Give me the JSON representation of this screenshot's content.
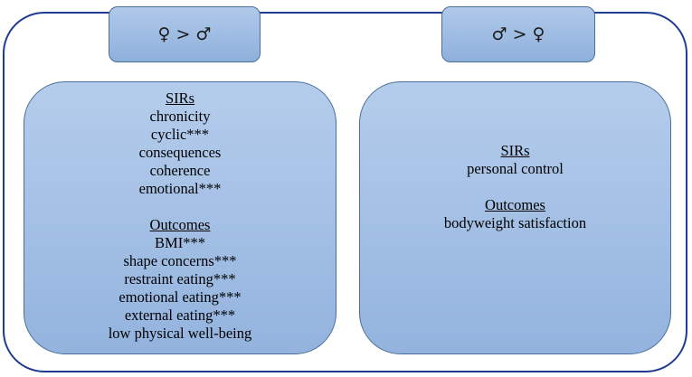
{
  "left": {
    "header": "♀ > ♂",
    "sirs_heading": "SIRs",
    "sirs_items": [
      "chronicity",
      "cyclic***",
      "consequences",
      "coherence",
      "emotional***"
    ],
    "outcomes_heading": "Outcomes",
    "outcomes_items": [
      "BMI***",
      "shape concerns***",
      "restraint eating***",
      "emotional eating***",
      "external eating***",
      "low physical well-being"
    ]
  },
  "right": {
    "header": "♂ > ♀",
    "sirs_heading": "SIRs",
    "sirs_items": [
      "personal control"
    ],
    "outcomes_heading": "Outcomes",
    "outcomes_items": [
      "bodyweight satisfaction"
    ]
  }
}
